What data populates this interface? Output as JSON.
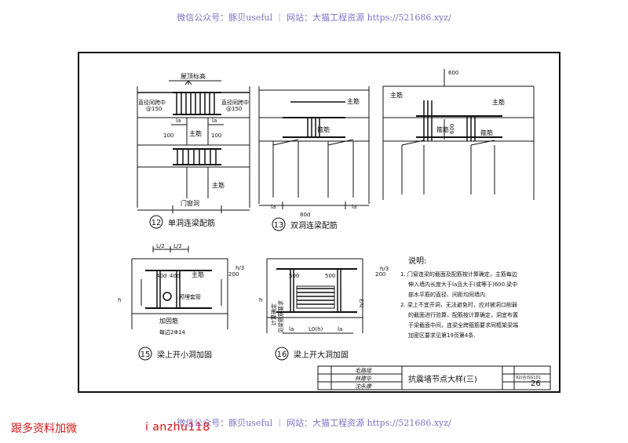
{
  "watermark_top": "微信公众号：豚贝useful ｜ 网站：大猫工程资源 https://521686.xyz/",
  "watermark_bottom": "微信公众号：豚贝useful ｜ 网站：大猫工程资源 https://521686.xyz/",
  "red_left": "跟多资料加微",
  "red_right": "i anzhu118",
  "title_block": {
    "title": "抗震墙节点大样(三)",
    "page_number": "26",
    "atlas_code": "92(合)SG101",
    "sig1": "毛路瑶",
    "sig2": "林建华",
    "sig3": "沈永康"
  },
  "detail12": {
    "number": "12",
    "title": "单洞连梁配筋",
    "roof_label": "屋顶标高",
    "stirrup_left": "直径同跨中",
    "stirrup_left_sp": "@150",
    "stirrup_right": "直径同跨中",
    "stirrup_right_sp": "@150",
    "la1": "la",
    "la2": "la",
    "dim100a": "100",
    "dim100b": "100",
    "main1": "主筋",
    "main2": "主筋",
    "opening": "门窗洞"
  },
  "detail13": {
    "number": "13",
    "title": "双洞连梁配筋",
    "main1": "主筋",
    "stirrup": "箍筋",
    "la1": "la",
    "la2": "la",
    "d80": "80d"
  },
  "detail14": {
    "dim600": "600",
    "dim600b": "600",
    "main1": "主筋",
    "main2": "主筋",
    "stirrup1": "箍筋",
    "stirrup2": "箍筋"
  },
  "detail15": {
    "number": "15",
    "title": "梁上开小洞加固",
    "dimA": "L/2",
    "dimB": "L/2",
    "d40a": "40d",
    "d40b": "40d",
    "main": "主筋",
    "casing": "预埋套管",
    "reinf": "加固筋",
    "reinf_size": "每边2Φ14",
    "h3": "h/3",
    "d200": "200",
    "h": "h"
  },
  "detail16": {
    "number": "16",
    "title": "梁上开大洞加固",
    "d500a": "500",
    "d500b": "500",
    "h3a": "h/3",
    "h3b": "h/3",
    "d200": "200",
    "h": "h",
    "calc": "计算确定",
    "stirrup_note": "见梁箍筋要求",
    "la1": "la",
    "la2": "la",
    "l0": "L0(h)"
  },
  "notes": {
    "heading": "说明:",
    "lines": [
      "1. 门窗连梁的截面及配筋按计算确定，主筋每边",
      "伸入墙内长度大于la且大于(或等于)600.梁中",
      "部水平筋的直径、间距均同墙内.",
      "2. 梁上不宜开洞，无法避免时，应对被洞口削弱",
      "的截面进行验算，配筋按计算确定，洞宜布置",
      "于梁截面中间，连梁全跨箍筋要求同框架梁端",
      "加密区要求见第19页第4条."
    ]
  }
}
